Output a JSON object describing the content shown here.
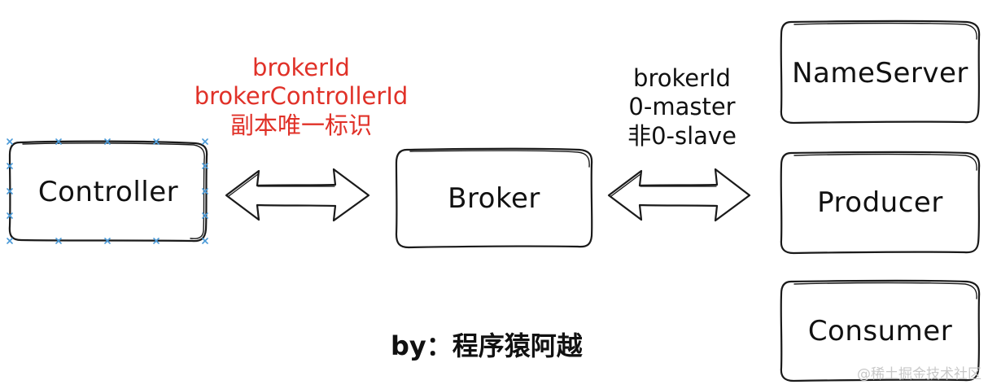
{
  "boxes": {
    "controller": "Controller",
    "broker": "Broker",
    "nameserver": "NameServer",
    "producer": "Producer",
    "consumer": "Consumer"
  },
  "annotations": {
    "controller_broker": [
      "brokerId",
      "brokerControllerId",
      "副本唯一标识"
    ],
    "broker_clients": [
      "brokerId",
      "0-master",
      "非0-slave"
    ]
  },
  "byline": "by：程序猿阿越",
  "watermark": "@稀土掘金技术社区",
  "colors": {
    "stroke": "#1a1a1a",
    "annotation_red": "#e03128",
    "selection_handles": "#4a9ad8",
    "watermark": "#c8c8c8"
  }
}
